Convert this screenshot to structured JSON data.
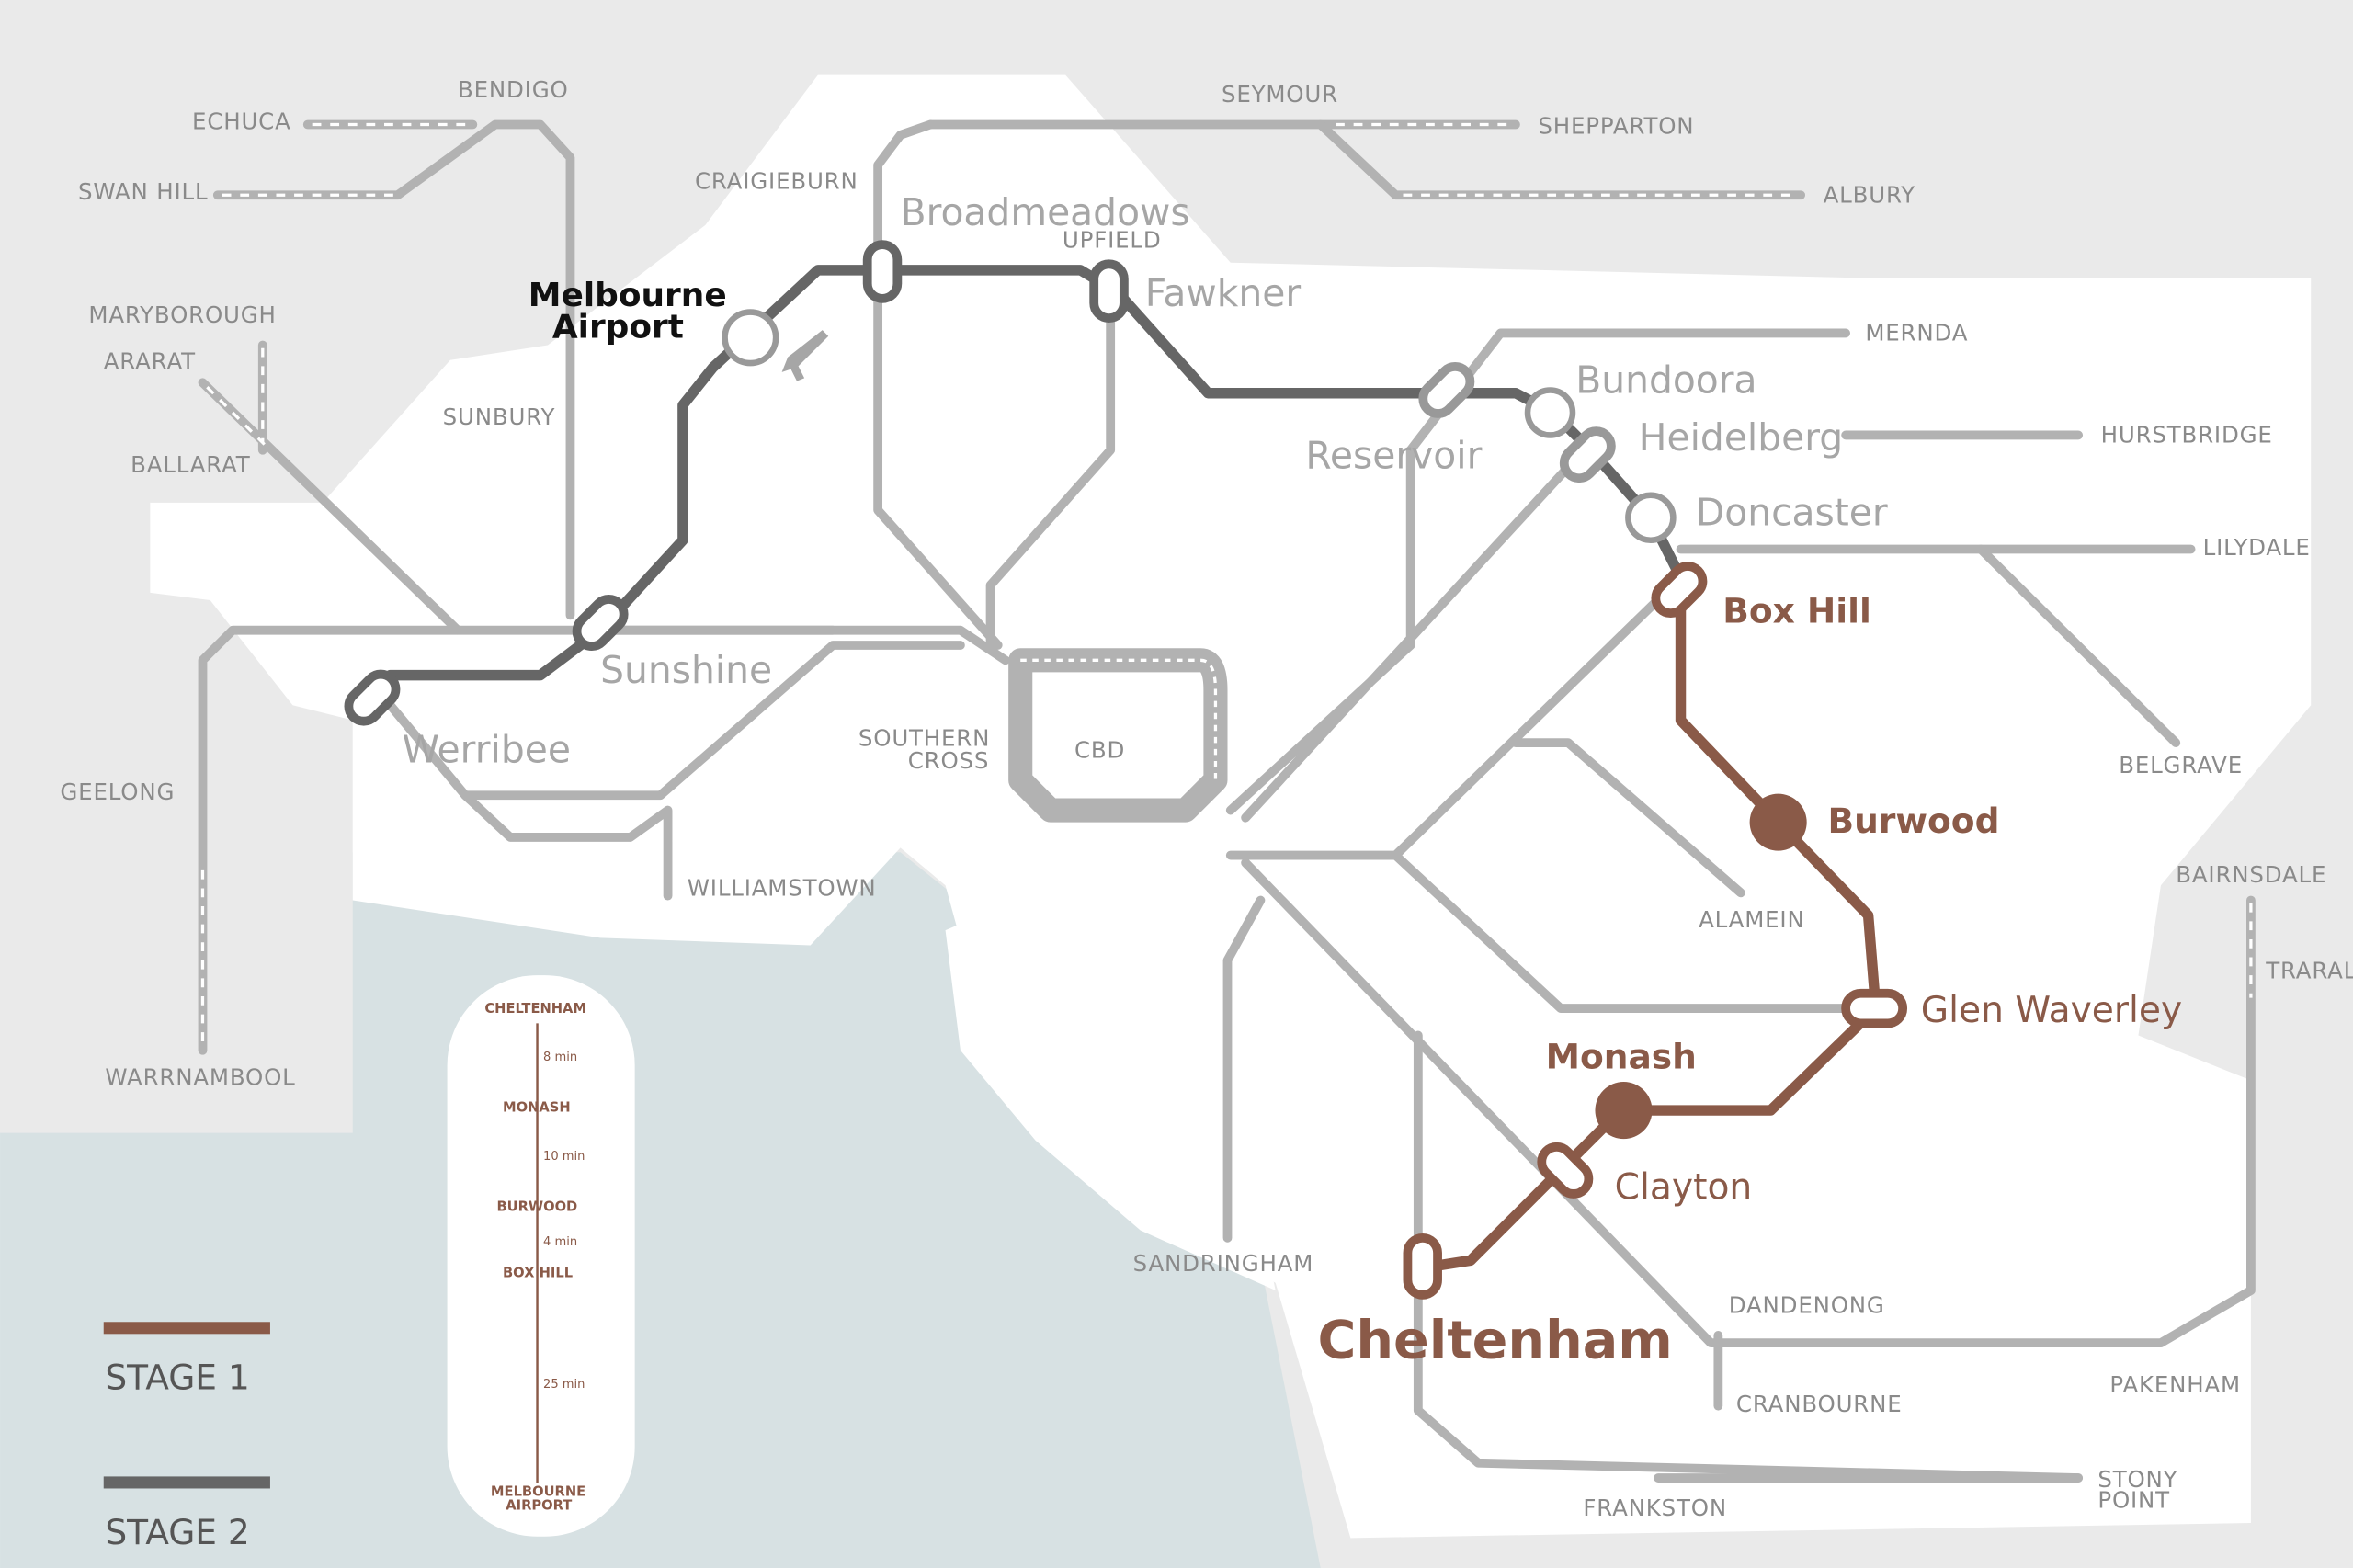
{
  "colors": {
    "stage1": "#8a5a48",
    "stage2": "#666666",
    "line": "#b2b2b2",
    "land": "#ffffff",
    "sea": "#d7e1e3",
    "background": "#eaeaea"
  },
  "legend": {
    "stage1": "STAGE 1",
    "stage2": "STAGE 2"
  },
  "cbd_label": "CBD",
  "southern_cross": [
    "SOUTHERN",
    "CROSS"
  ],
  "melbourne_airport": [
    "Melbourne",
    "Airport"
  ],
  "regional": {
    "echuca": "ECHUCA",
    "bendigo": "BENDIGO",
    "swan_hill": "SWAN HILL",
    "seymour": "SEYMOUR",
    "shepparton": "SHEPPARTON",
    "albury": "ALBURY",
    "craigieburn": "CRAIGIEBURN",
    "upfield": "UPFIELD",
    "maryborough": "MARYBOROUGH",
    "ararat": "ARARAT",
    "ballarat": "BALLARAT",
    "sunbury": "SUNBURY",
    "mernda": "MERNDA",
    "hurstbridge": "HURSTBRIDGE",
    "lilydale": "LILYDALE",
    "belgrave": "BELGRAVE",
    "bairnsdale": "BAIRNSDALE",
    "traralgon": "TRARAL",
    "geelong": "GEELONG",
    "warrnambool": "WARRNAMBOOL",
    "williamstown": "WILLIAMSTOWN",
    "alamein": "ALAMEIN",
    "sandringham": "SANDRINGHAM",
    "dandenong": "DANDENONG",
    "pakenham": "PAKENHAM",
    "cranbourne": "CRANBOURNE",
    "frankston": "FRANKSTON",
    "stony_point": [
      "STONY",
      "POINT"
    ]
  },
  "grey_stations": {
    "broadmeadows": "Broadmeadows",
    "fawkner": "Fawkner",
    "bundoora": "Bundoora",
    "reservoir": "Reservoir",
    "heidelberg": "Heidelberg",
    "doncaster": "Doncaster",
    "sunshine": "Sunshine",
    "werribee": "Werribee",
    "glen_waverley": "Glen Waverley",
    "clayton": "Clayton"
  },
  "brown_stations": {
    "box_hill": "Box Hill",
    "burwood": "Burwood",
    "monash": "Monash",
    "cheltenham": "Cheltenham"
  },
  "timeline": {
    "stops": [
      "CHELTENHAM",
      "MONASH",
      "BURWOOD",
      "BOX HILL",
      "MELBOURNE",
      "AIRPORT"
    ],
    "times": [
      "8 min",
      "10 min",
      "4 min",
      "25 min"
    ]
  }
}
